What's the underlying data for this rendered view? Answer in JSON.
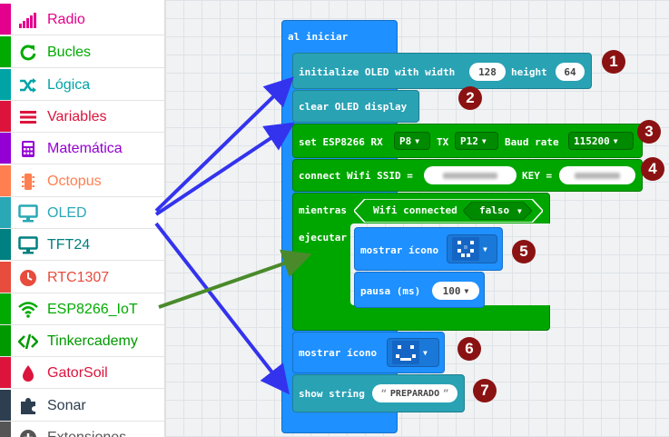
{
  "toolbox": {
    "categories": [
      {
        "label": "Radio",
        "color": "#e3008c",
        "icon": "signal-bars-icon"
      },
      {
        "label": "Bucles",
        "color": "#00aa00",
        "icon": "loop-arrow-icon"
      },
      {
        "label": "Lógica",
        "color": "#00a4a6",
        "icon": "shuffle-icon"
      },
      {
        "label": "Variables",
        "color": "#dc143c",
        "icon": "list-lines-icon"
      },
      {
        "label": "Matemática",
        "color": "#9400d3",
        "icon": "calculator-icon"
      },
      {
        "label": "Octopus",
        "color": "#ff7f50",
        "icon": "chip-icon"
      },
      {
        "label": "OLED",
        "color": "#2aa8b6",
        "icon": "monitor-icon"
      },
      {
        "label": "TFT24",
        "color": "#008080",
        "icon": "monitor-icon"
      },
      {
        "label": "RTC1307",
        "color": "#e74c3c",
        "icon": "clock-icon"
      },
      {
        "label": "ESP8266_IoT",
        "color": "#00aa00",
        "icon": "wifi-icon"
      },
      {
        "label": "Tinkercademy",
        "color": "#009900",
        "icon": "code-icon"
      },
      {
        "label": "GatorSoil",
        "color": "#dc143c",
        "icon": "water-drop-icon"
      },
      {
        "label": "Sonar",
        "color": "#2c3e50",
        "icon": "puzzle-icon"
      },
      {
        "label": "Extensiones",
        "color": "#555555",
        "icon": "plus-icon"
      }
    ]
  },
  "blocks": {
    "on_start": {
      "label": "al iniciar",
      "color": "#1e90ff"
    },
    "init_oled": {
      "label": "initialize OLED with width",
      "width_value": "128",
      "height_label": "height",
      "height_value": "64",
      "color": "#29a2b4"
    },
    "clear_oled": {
      "label": "clear OLED display",
      "color": "#29a2b4"
    },
    "set_esp": {
      "label": "set ESP8266 RX",
      "rx": "P8",
      "tx_label": "TX",
      "tx": "P12",
      "baud_label": "Baud rate",
      "baud": "115200",
      "color": "#00a600"
    },
    "connect_wifi": {
      "label": "connect Wifi SSID =",
      "key_label": "KEY =",
      "color": "#00a600"
    },
    "while_loop": {
      "label": "mientras",
      "do_label": "ejecutar",
      "color": "#00a600"
    },
    "wifi_connected": {
      "label": "Wifi connected",
      "value": "falso",
      "color": "#00a600"
    },
    "show_icon_1": {
      "label": "mostrar ícono",
      "color": "#1e90ff"
    },
    "pause": {
      "label": "pausa (ms)",
      "value": "100",
      "color": "#1e90ff"
    },
    "show_icon_2": {
      "label": "mostrar ícono",
      "color": "#1e90ff"
    },
    "show_string": {
      "label": "show string",
      "value": "PREPARADO",
      "color": "#29a2b4"
    }
  },
  "badges": [
    "1",
    "2",
    "3",
    "4",
    "5",
    "6",
    "7"
  ],
  "colors": {
    "badge": "#8b1212",
    "arrow_blue": "#3333ee",
    "arrow_green": "#4a8a2a"
  }
}
